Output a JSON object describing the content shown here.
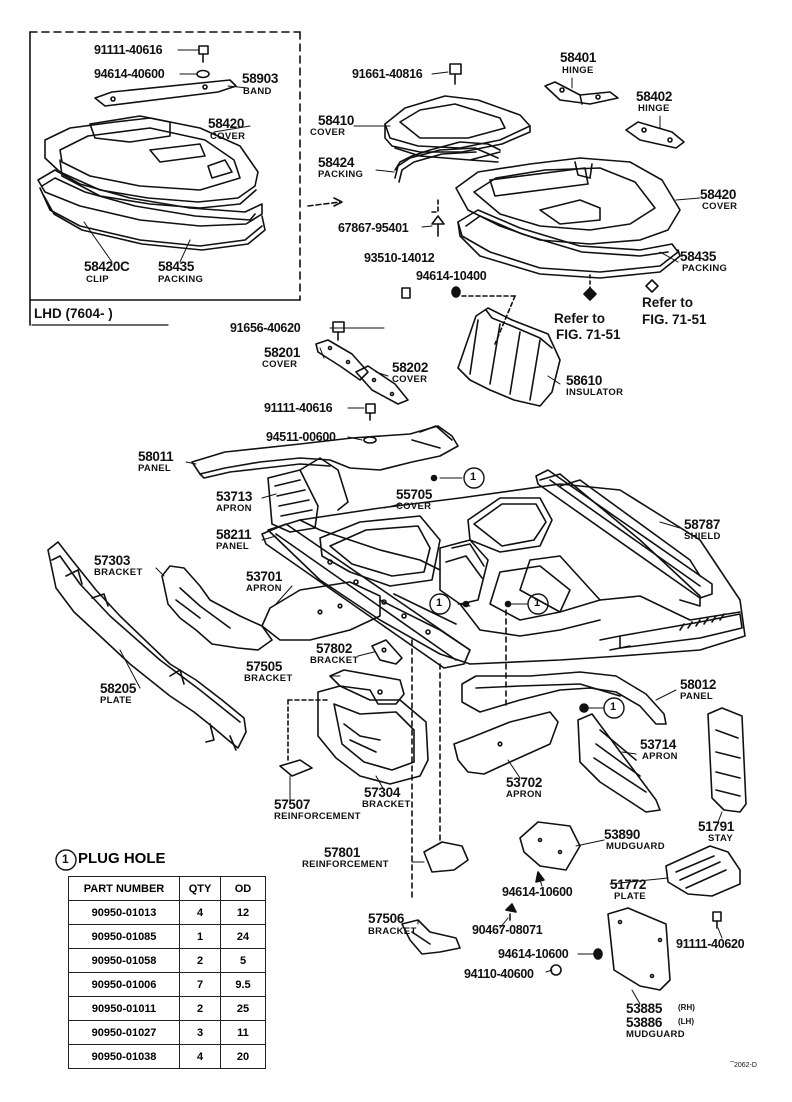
{
  "inset_label": "LHD (7604- )",
  "parts": {
    "p91111_40616_top": "91111-40616",
    "p94614_40600": "94614-40600",
    "p58903": "58903",
    "n58903": "BAND",
    "p58420_inset": "58420",
    "n58420_inset": "COVER",
    "p58420c": "58420C",
    "n58420c": "CLIP",
    "p58435_inset": "58435",
    "n58435_inset": "PACKING",
    "p91661_40816": "91661-40816",
    "p58410": "58410",
    "n58410": "COVER",
    "p58424": "58424",
    "n58424": "PACKING",
    "p67867_95401": "67867-95401",
    "p58401": "58401",
    "n58401": "HINGE",
    "p58402": "58402",
    "n58402": "HINGE",
    "p58420": "58420",
    "n58420": "COVER",
    "p58435": "58435",
    "n58435": "PACKING",
    "p93510_14012": "93510-14012",
    "p94614_10400": "94614-10400",
    "refer1": "Refer to",
    "refer1b": "FIG. 71-51",
    "refer2": "Refer to",
    "refer2b": "FIG. 71-51",
    "p91656_40620": "91656-40620",
    "p58201": "58201",
    "n58201": "COVER",
    "p58202": "58202",
    "n58202": "COVER",
    "p58610": "58610",
    "n58610": "INSULATOR",
    "p91111_40616_mid": "91111-40616",
    "p94511_00600": "94511-00600",
    "p58011": "58011",
    "n58011": "PANEL",
    "p53713": "53713",
    "n53713": "APRON",
    "p55705": "55705",
    "n55705": "COVER",
    "p58211": "58211",
    "n58211": "PANEL",
    "p58787": "58787",
    "n58787": "SHIELD",
    "p57303": "57303",
    "n57303": "BRACKET",
    "p53701": "53701",
    "n53701": "APRON",
    "p57802": "57802",
    "n57802": "BRACKET",
    "p57505": "57505",
    "n57505": "BRACKET",
    "p58205": "58205",
    "n58205": "PLATE",
    "p58012": "58012",
    "n58012": "PANEL",
    "p53714": "53714",
    "n53714": "APRON",
    "p53702": "53702",
    "n53702": "APRON",
    "p57304": "57304",
    "n57304": "BRACKET",
    "p57507": "57507",
    "n57507": "REINFORCEMENT",
    "p51791": "51791",
    "n51791": "STAY",
    "p53890": "53890",
    "n53890": "MUDGUARD",
    "p57801": "57801",
    "n57801": "REINFORCEMENT",
    "p94614_10600a": "94614-10600",
    "p51772": "51772",
    "n51772": "PLATE",
    "p57506": "57506",
    "n57506": "BRACKET",
    "p90467_08071": "90467-08071",
    "p91111_40620": "91111-40620",
    "p94614_10600b": "94614-10600",
    "p94110_40600": "94110-40600",
    "p53885": "53885",
    "s53885": "(RH)",
    "p53886": "53886",
    "s53886": "(LH)",
    "n53885": "MUDGUARD"
  },
  "callout_mark": "1",
  "plug_hole": {
    "title": "PLUG HOLE",
    "headers": [
      "PART NUMBER",
      "QTY",
      "OD"
    ],
    "rows": [
      [
        "90950-01013",
        "4",
        "12"
      ],
      [
        "90950-01085",
        "1",
        "24"
      ],
      [
        "90950-01058",
        "2",
        "5"
      ],
      [
        "90950-01006",
        "7",
        "9.5"
      ],
      [
        "90950-01011",
        "2",
        "25"
      ],
      [
        "90950-01027",
        "3",
        "11"
      ],
      [
        "90950-01038",
        "4",
        "20"
      ]
    ]
  },
  "footer_code": "̅̅̅ 2062-D"
}
